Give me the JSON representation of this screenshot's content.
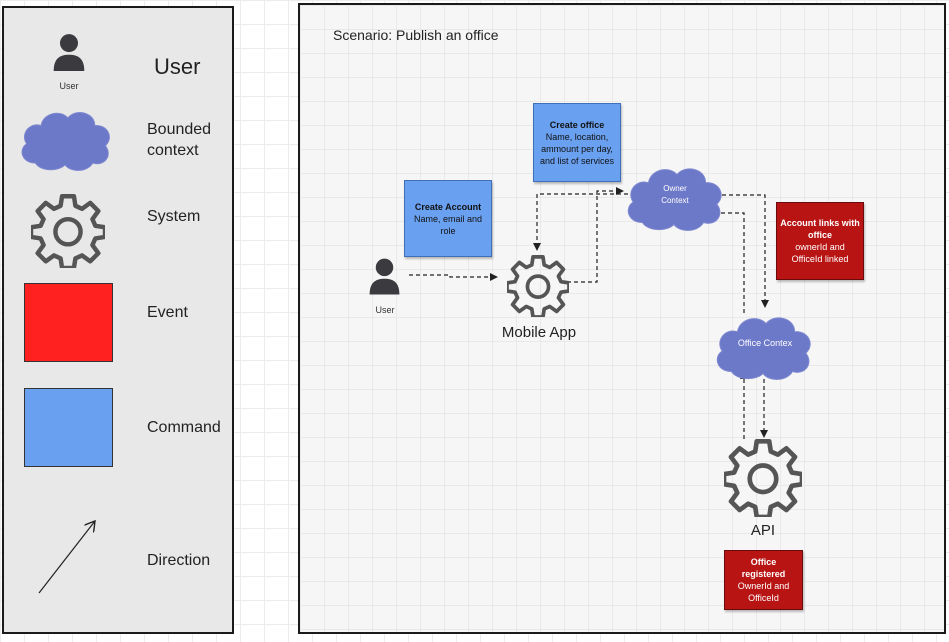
{
  "legend": {
    "user_icon_caption": "User",
    "user_label": "User",
    "bounded_context_label": "Bounded\ncontext",
    "system_label": "System",
    "event_label": "Event",
    "command_label": "Command",
    "direction_label": "Direction",
    "colors": {
      "event": "#ff2020",
      "command": "#6aa0f0",
      "cloud": "#6c78c8"
    }
  },
  "scenario": {
    "title": "Scenario: Publish an office",
    "user_caption": "User",
    "mobile_app_label": "Mobile App",
    "api_label": "API",
    "owner_context_label": "Owner\nContext",
    "office_context_label": "Office Contex",
    "create_account": {
      "title": "Create Account",
      "body": "Name, email and role"
    },
    "create_office": {
      "title": "Create office",
      "body": "Name, location, ammount per day, and list of services"
    },
    "account_links": {
      "title": "Account links with office",
      "body": "ownerId and OfficeId linked"
    },
    "office_registered": {
      "title": "Office registered",
      "body": "OwnerId and OfficeId"
    }
  }
}
